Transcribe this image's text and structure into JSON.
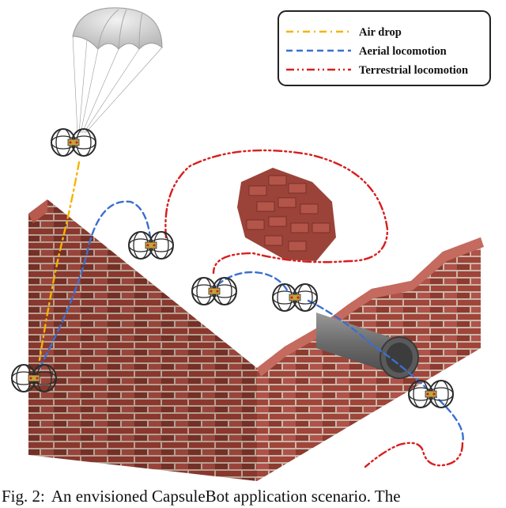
{
  "figure": {
    "legend": {
      "items": [
        {
          "label": "Air drop",
          "color": "#f5b400",
          "dash": "dash-dot"
        },
        {
          "label": "Aerial locomotion",
          "color": "#3a6fd0",
          "dash": "dashed"
        },
        {
          "label": "Terrestrial locomotion",
          "color": "#d81e1e",
          "dash": "dash-dot-dot"
        }
      ]
    },
    "colors": {
      "brick": "#a0453a",
      "brick_dark": "#7c3028",
      "mortar": "#c9b7a8",
      "pipe": "#6e6e6e",
      "robot_frame": "#2b2b2b",
      "parachute": "#d9d9d9"
    },
    "scene_objects": [
      "parachute-icon",
      "capsulebot-robot-icon",
      "brick-wall-icon",
      "brick-pile-icon",
      "pipe-icon"
    ]
  },
  "caption": {
    "label": "Fig. 2:",
    "text": "An envisioned CapsuleBot application scenario. The"
  }
}
